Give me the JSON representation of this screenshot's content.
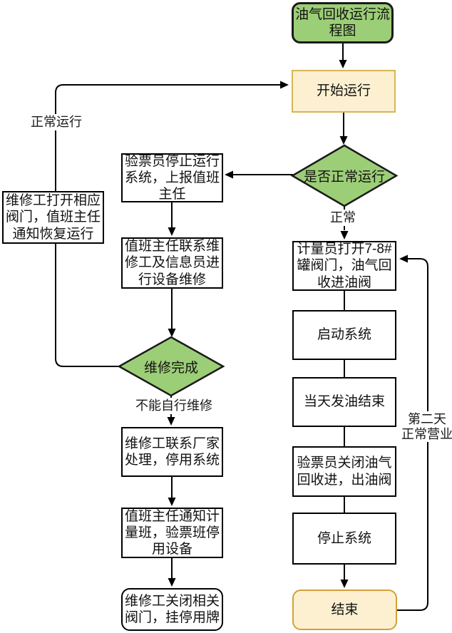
{
  "flowchart": {
    "title": "油气回收运行流程图",
    "nodes": {
      "start": "开始运行",
      "decision_normal": "是否正常运行",
      "checker_stop": "验票员停止运行系统，上报值班主任",
      "duty_contact_repair": "值班主任联系维修工及信息员进行设备维修",
      "decision_repair_done": "维修完成",
      "repair_open_valve": "维修工打开相应阀门，值班主任通知恢复运行",
      "repair_contact_vendor": "维修工联系厂家处理，停用系统",
      "duty_notify_stop": "值班主任通知计量班，验票班停用设备",
      "repair_close_valve": "维修工关闭相关阀门，挂停用牌",
      "meter_open_valve": "计量员打开7-8#罐阀门，油气回收进油阀",
      "start_system": "启动系统",
      "day_oil_end": "当天发油结束",
      "checker_close_valve": "验票员关闭油气回收进，出油阀",
      "stop_system": "停止系统",
      "end": "结束"
    },
    "edge_labels": {
      "normal": "正常",
      "normal_running": "正常运行",
      "cannot_self_repair": "不能自行维修",
      "next_day_line1": "第二天",
      "next_day_line2": "正常营业"
    },
    "colors": {
      "green_fill": "#9CCE77",
      "start_fill": "#FCF0D0",
      "start_border": "#D6B656",
      "end_fill": "#FCF0D0",
      "end_border": "#D0A239",
      "line": "#000000"
    }
  }
}
